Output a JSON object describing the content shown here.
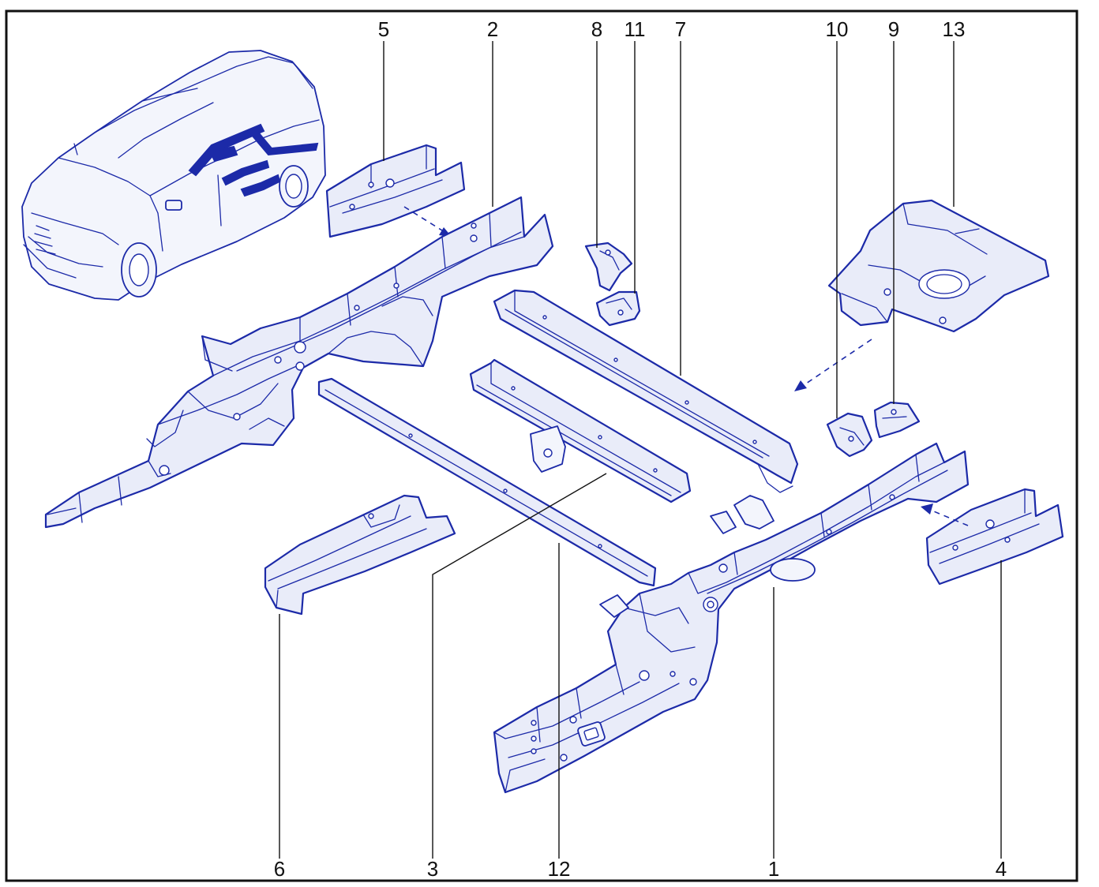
{
  "callouts": {
    "c1": "1",
    "c2": "2",
    "c3": "3",
    "c4": "4",
    "c5": "5",
    "c6": "6",
    "c7": "7",
    "c8": "8",
    "c9": "9",
    "c10": "10",
    "c11": "11",
    "c12": "12",
    "c13": "13"
  },
  "colors": {
    "line": "#1c2aa8",
    "fill": "#e9ecf9",
    "text": "#111111",
    "frame": "#111111"
  },
  "icons": {
    "vehicle": "minivan-side-view-icon"
  }
}
